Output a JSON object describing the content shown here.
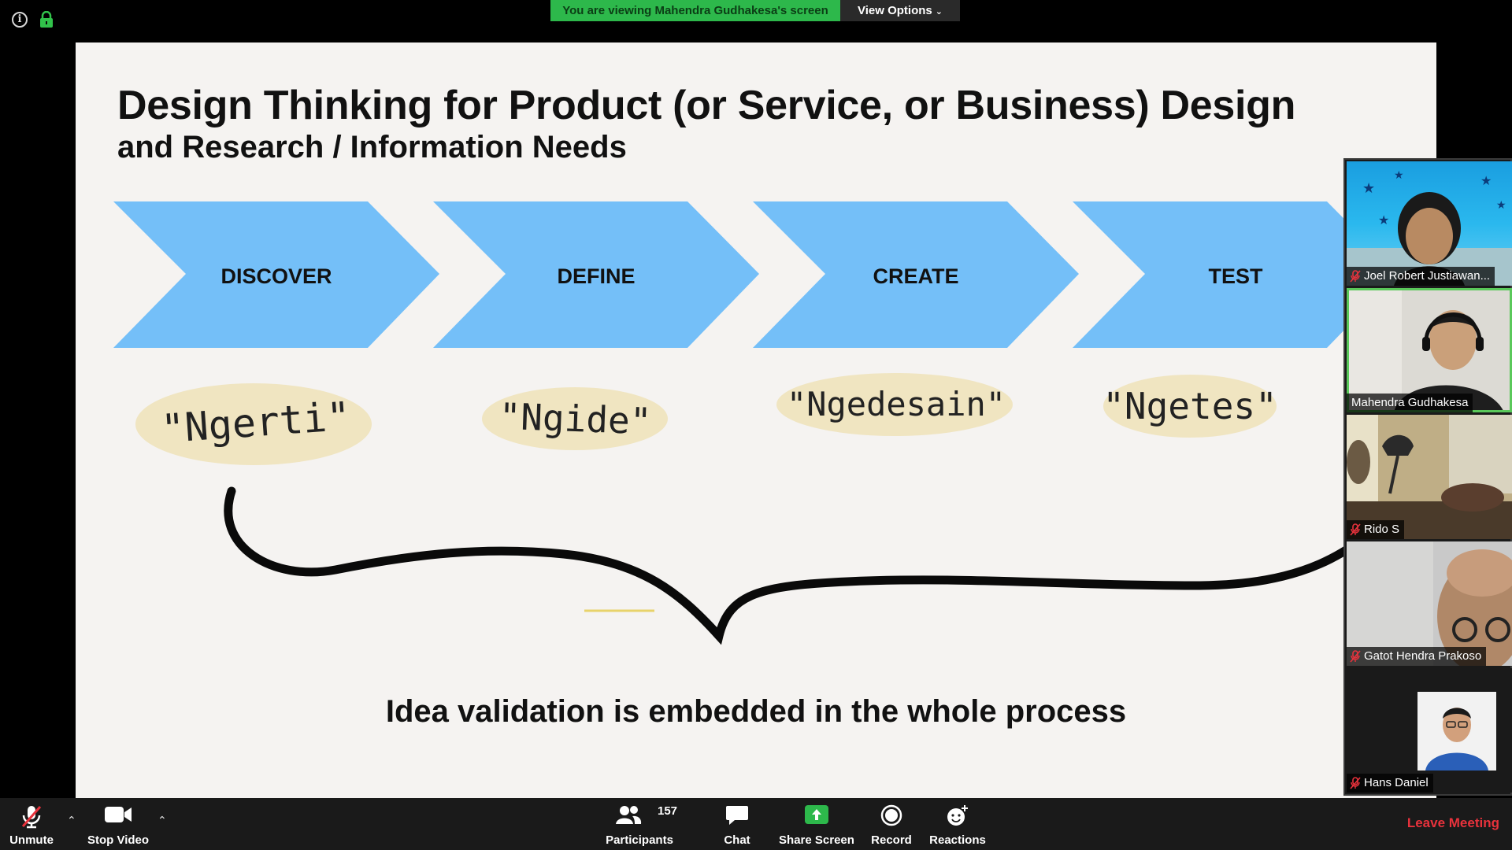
{
  "top_bar": {
    "banner": "You are viewing Mahendra Gudhakesa's screen",
    "view_options": "View Options"
  },
  "slide": {
    "title": "Design Thinking for Product (or Service, or Business) Design",
    "subtitle": "and Research / Information Needs",
    "stages": [
      {
        "label": "DISCOVER",
        "note": "\"Ngerti\""
      },
      {
        "label": "DEFINE",
        "note": "\"Ngide\""
      },
      {
        "label": "CREATE",
        "note": "\"Ngedesain\""
      },
      {
        "label": "TEST",
        "note": "\"Ngetes\""
      }
    ],
    "footer": "Idea validation is embedded in the whole process",
    "colors": {
      "arrow": "#74bff8",
      "note_bg": "#efe2b8"
    }
  },
  "participants": [
    {
      "name": "Joel Robert Justiawan...",
      "muted": true
    },
    {
      "name": "Mahendra Gudhakesa",
      "muted": false
    },
    {
      "name": "Rido S",
      "muted": true
    },
    {
      "name": "Gatot Hendra Prakoso",
      "muted": true
    },
    {
      "name": "Hans Daniel",
      "muted": true
    }
  ],
  "toolbar": {
    "unmute": "Unmute",
    "stop_video": "Stop Video",
    "participants": "Participants",
    "participants_count": "157",
    "chat": "Chat",
    "share_screen": "Share Screen",
    "record": "Record",
    "reactions": "Reactions",
    "leave": "Leave Meeting"
  }
}
